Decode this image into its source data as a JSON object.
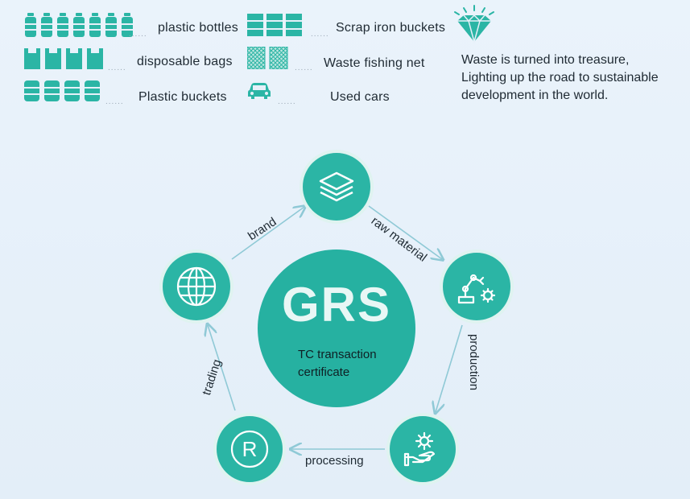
{
  "legend": {
    "col1": [
      {
        "label": "plastic bottles",
        "icon": "plastic-bottle-icon",
        "count": 7
      },
      {
        "label": "disposable bags",
        "icon": "shopping-bag-icon",
        "count": 4
      },
      {
        "label": "Plastic buckets",
        "icon": "bucket-icon",
        "count": 4
      }
    ],
    "col2": [
      {
        "label": "Scrap iron buckets",
        "icon": "iron-barrel-icon",
        "count": 3
      },
      {
        "label": "Waste fishing net",
        "icon": "fishing-net-icon",
        "count": 2
      },
      {
        "label": "Used cars",
        "icon": "car-icon",
        "count": 1
      }
    ]
  },
  "tagline": {
    "line1": "Waste is turned into treasure,",
    "line2": "Lighting up the road to sustainable",
    "line3": "development in the world."
  },
  "hub": {
    "title": "GRS",
    "sub_line1": "TC transaction",
    "sub_line2": "certificate"
  },
  "cycle": {
    "nodes": [
      {
        "name": "raw-material-node",
        "icon": "layers-icon"
      },
      {
        "name": "production-node",
        "icon": "robot-arm-gear-icon"
      },
      {
        "name": "processing-node",
        "icon": "gear-hand-icon"
      },
      {
        "name": "trademark-node",
        "icon": "registered-trademark-icon"
      },
      {
        "name": "globe-node",
        "icon": "globe-icon"
      }
    ],
    "edges": {
      "raw_material": "raw material",
      "production": "production",
      "processing": "processing",
      "trading": "trading",
      "brand": "brand"
    }
  },
  "colors": {
    "accent": "#2bb5a5",
    "background": "#e6f0f9",
    "arrow": "#8fc9d6"
  }
}
